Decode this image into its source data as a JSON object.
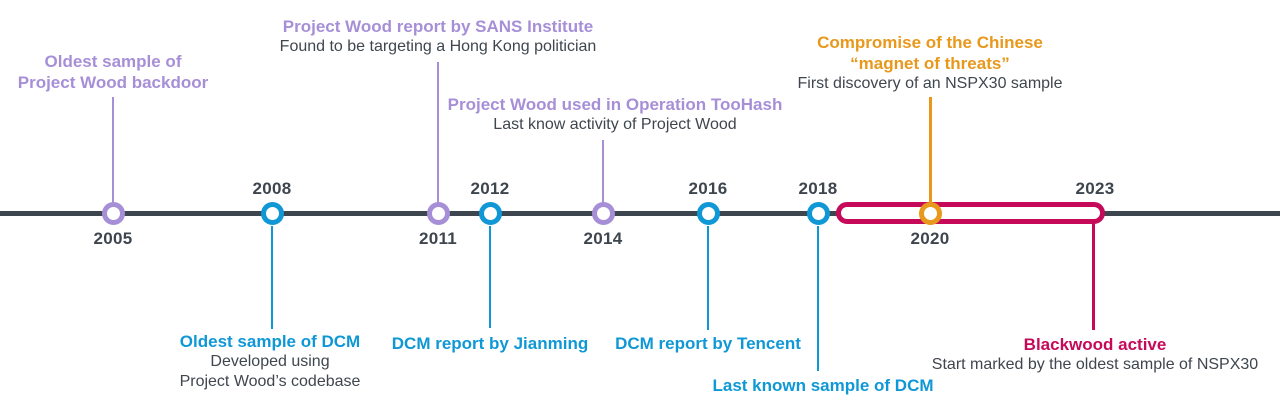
{
  "colors": {
    "purple": "#a78fd8",
    "blue": "#0f98d5",
    "orange": "#e8981b",
    "crimson": "#c50a5a",
    "axis": "#3d454f",
    "text": "#3f464e",
    "background": "#ffffff"
  },
  "timeline": {
    "events": [
      {
        "year": "2005",
        "color": "purple",
        "title": "Oldest sample of\nProject Wood backdoor"
      },
      {
        "year": "2008",
        "color": "blue",
        "title": "Oldest sample of DCM",
        "subtitle": "Developed using\nProject Wood’s codebase"
      },
      {
        "year": "2011",
        "color": "purple",
        "title": "Project Wood report by SANS Institute",
        "subtitle": "Found to be targeting a Hong Kong politician"
      },
      {
        "year": "2012",
        "color": "blue",
        "title": "DCM report by Jianming"
      },
      {
        "year": "2014",
        "color": "purple",
        "title": "Project Wood used in Operation TooHash",
        "subtitle": "Last know activity of Project Wood"
      },
      {
        "year": "2016",
        "color": "blue",
        "title": "DCM report by Tencent"
      },
      {
        "year": "2018",
        "color": "blue",
        "title": "Last known sample of DCM"
      },
      {
        "year": "2020",
        "color": "orange",
        "title": "Compromise of the Chinese\n“magnet of threats”",
        "subtitle": "First discovery of an NSPX30 sample"
      },
      {
        "year": "2023",
        "color": "crimson",
        "title": "Blackwood active",
        "subtitle": "Start marked by the oldest sample of NSPX30",
        "period_start_year": "2018"
      }
    ]
  }
}
